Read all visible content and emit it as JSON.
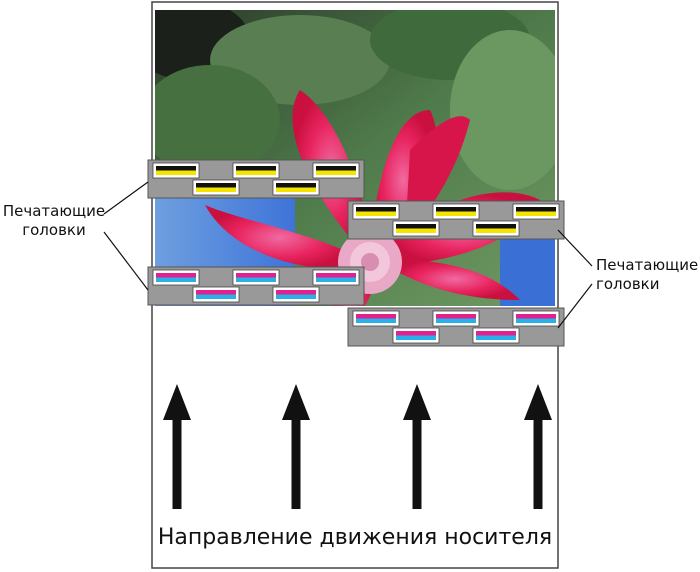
{
  "labels": {
    "left": [
      "Печатающие",
      "головки"
    ],
    "right": [
      "Печатающие",
      "головки"
    ]
  },
  "caption": "Направление движения носителя",
  "colors": {
    "head_body": "#999999",
    "nozzle_black": "#111111",
    "nozzle_yellow": "#f5e400",
    "nozzle_magenta": "#e2218c",
    "nozzle_cyan": "#29b0e8",
    "arrow": "#111111"
  },
  "heads": [
    {
      "name": "yellow-black-head-left",
      "ink": "yellow-black"
    },
    {
      "name": "yellow-black-head-right",
      "ink": "yellow-black"
    },
    {
      "name": "magenta-cyan-head-left",
      "ink": "magenta-cyan"
    },
    {
      "name": "magenta-cyan-head-right",
      "ink": "magenta-cyan"
    }
  ],
  "arrow_count": 4,
  "photo_subject": "pink-flower-photo"
}
